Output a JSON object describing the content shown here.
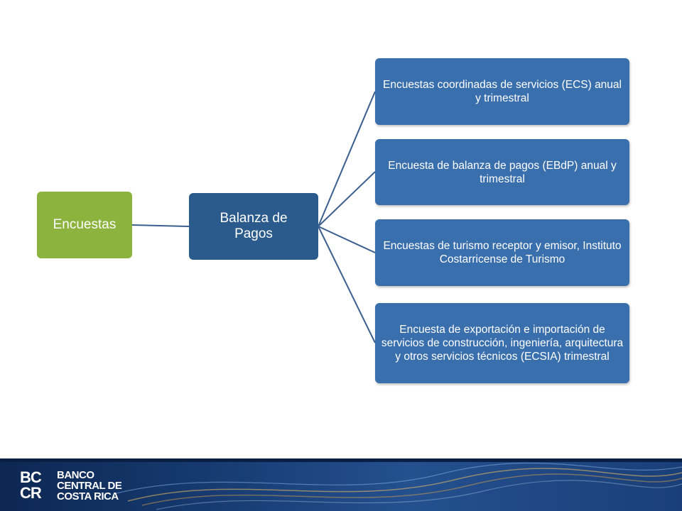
{
  "diagram": {
    "root": "Encuestas",
    "middle": "Balanza de Pagos",
    "leaves": [
      "Encuestas coordinadas de servicios (ECS) anual y trimestral",
      "Encuesta de balanza de pagos (EBdP) anual y trimestral",
      "Encuestas de turismo receptor y emisor, Instituto Costarricense de Turismo",
      "Encuesta de exportación e importación de servicios de construcción, ingeniería, arquitectura y otros servicios técnicos (ECSIA) trimestral"
    ]
  },
  "footer": {
    "logo_mark_top": "BC",
    "logo_mark_bottom": "CR",
    "logo_line1": "BANCO",
    "logo_line2": "CENTRAL DE",
    "logo_line3": "COSTA RICA"
  },
  "colors": {
    "root": "#8db33f",
    "middle": "#2b5b8c",
    "leaf": "#3a6fad",
    "connector": "#3b5f8f"
  }
}
